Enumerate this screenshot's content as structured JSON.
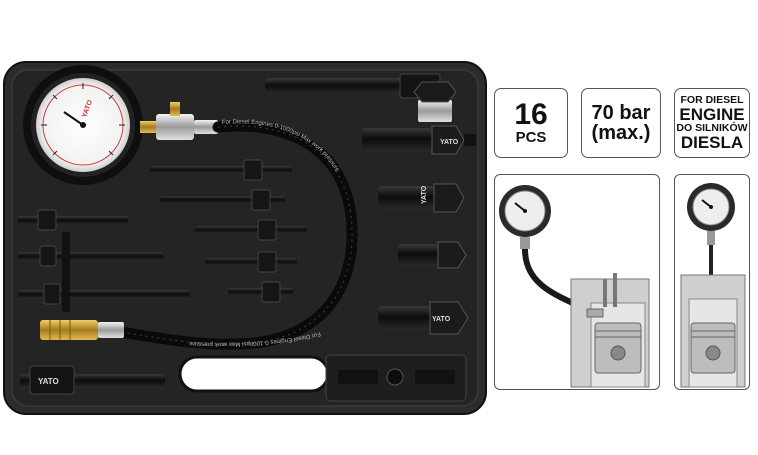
{
  "badges": {
    "count_number": "16",
    "count_unit": "PCS",
    "pressure_value": "70 bar",
    "pressure_note": "(max.)",
    "engine_line1": "FOR DIESEL",
    "engine_line2": "ENGINE",
    "engine_line3": "DO SILNIKÓW",
    "engine_line4": "DIESLA"
  },
  "case_labels": {
    "brand_gauge": "YATO",
    "brand_adapter1": "YATO",
    "brand_adapter2": "YATO",
    "brand_adapter3": "YATO",
    "brand_bottom": "YATO",
    "hose_text_upper": "For Diesel Engines 0-1000psi Max work pressure",
    "hose_text_lower": "For Diesel Engines 0-1000psi Max work pressure"
  },
  "colors": {
    "case_body": "#2c2c2c",
    "case_recess": "#1c1c1c",
    "tool_steel": "#111111",
    "brass": "#c9a03a",
    "chrome": "#d8d8d8",
    "piston": "#bdbdbd"
  }
}
